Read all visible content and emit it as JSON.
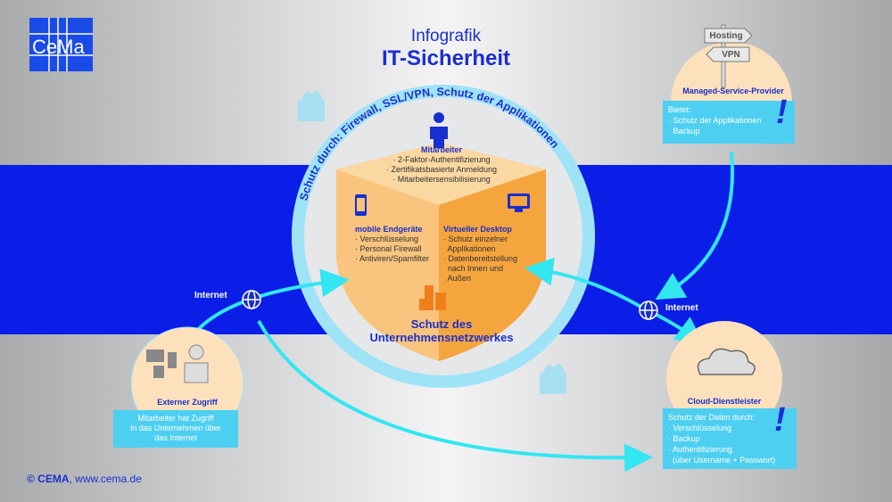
{
  "header": {
    "title_line1": "Infografik",
    "title_line2": "IT-Sicherheit",
    "logo_text": "CeMa"
  },
  "ring_text": "Schutz durch: Firewall, SSL/VPN, Schutz der Applikationen",
  "shield": {
    "top": {
      "title": "Mitarbeiter",
      "items": [
        "· 2-Faktor-Authentifizierung",
        "· Zertifikatsbasierte Anmeldung",
        "· Mitarbeitersensibilisierung"
      ]
    },
    "left": {
      "title": "mobile Endgeräte",
      "items": [
        "· Verschlüsselung",
        "· Personal Firewall",
        "· Antiviren/Spamfilter"
      ]
    },
    "right": {
      "title": "Virtueller Desktop",
      "items": [
        "· Schutz einzelner",
        "  Applikationen",
        "· Datenbereitstellung",
        "  nach Innen und",
        "  Außen"
      ]
    },
    "caption_line1": "Schutz des",
    "caption_line2": "Unternehmensnetzwerkes"
  },
  "msp": {
    "sign_top": "Hosting",
    "sign_bottom": "VPN",
    "title": "Managed-Service-Provider",
    "box": [
      "Bietet:",
      "· Schutz der Applikationen",
      "· Backup"
    ]
  },
  "cloud": {
    "title": "Cloud-Dienstleister",
    "box": [
      "Schutz der Daten durch:",
      "· Verschlüsselung",
      "· Backup",
      "· Authentifizierung",
      "  (über Username + Passwort)"
    ]
  },
  "external": {
    "title": "Externer Zugriff",
    "box": [
      "Mitarbeiter hat Zugriff",
      "in das Unternehmen über",
      "das Internet"
    ]
  },
  "internet_left": "Internet",
  "internet_right": "Internet",
  "footer": {
    "copyright": "© CEMA",
    "url": ", www.cema.de"
  },
  "colors": {
    "blue_band": "#0a1ee8",
    "ring": "#9fe3f7",
    "shield": "#f7b154",
    "arrow": "#33e6f2",
    "callout": "#4dcff2",
    "text_blue": "#1a2fd0"
  }
}
